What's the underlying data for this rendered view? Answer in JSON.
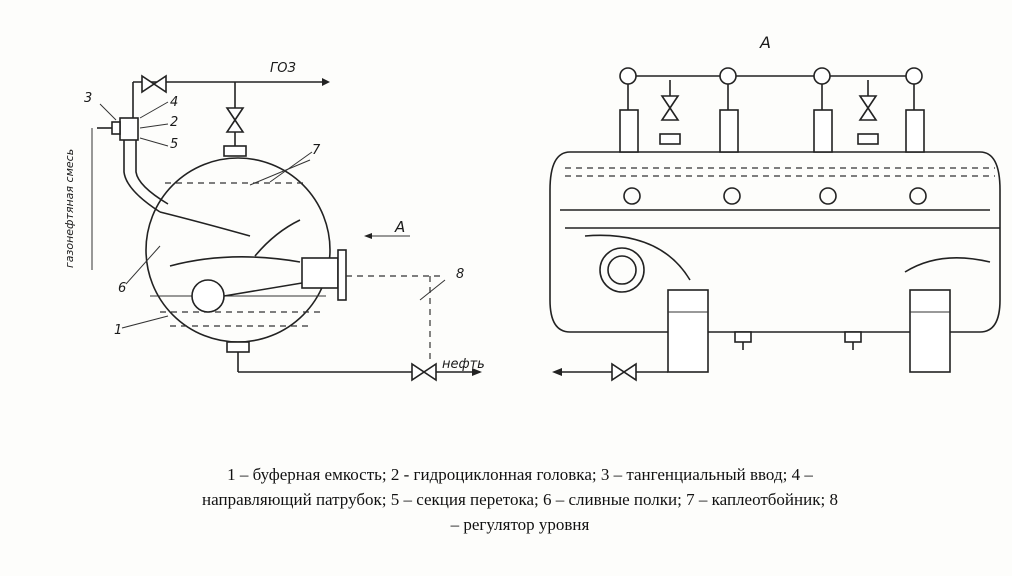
{
  "left_diagram": {
    "pipe_label": "ГОЗ",
    "inlet_label": "газонефтяная смесь",
    "oil_label": "нефть",
    "view_label": "А",
    "callouts": [
      "3",
      "4",
      "2",
      "5",
      "6",
      "1",
      "7",
      "8"
    ]
  },
  "right_diagram": {
    "view_title": "А"
  },
  "caption": {
    "line1": "1 – буферная емкость; 2    - гидроциклонная головка; 3 – тангенциальный ввод; 4 –",
    "line2": "направляющий патрубок; 5 – секция перетока; 6 – сливные полки; 7 – каплеотбойник; 8",
    "line3": "– регулятор уровня"
  }
}
